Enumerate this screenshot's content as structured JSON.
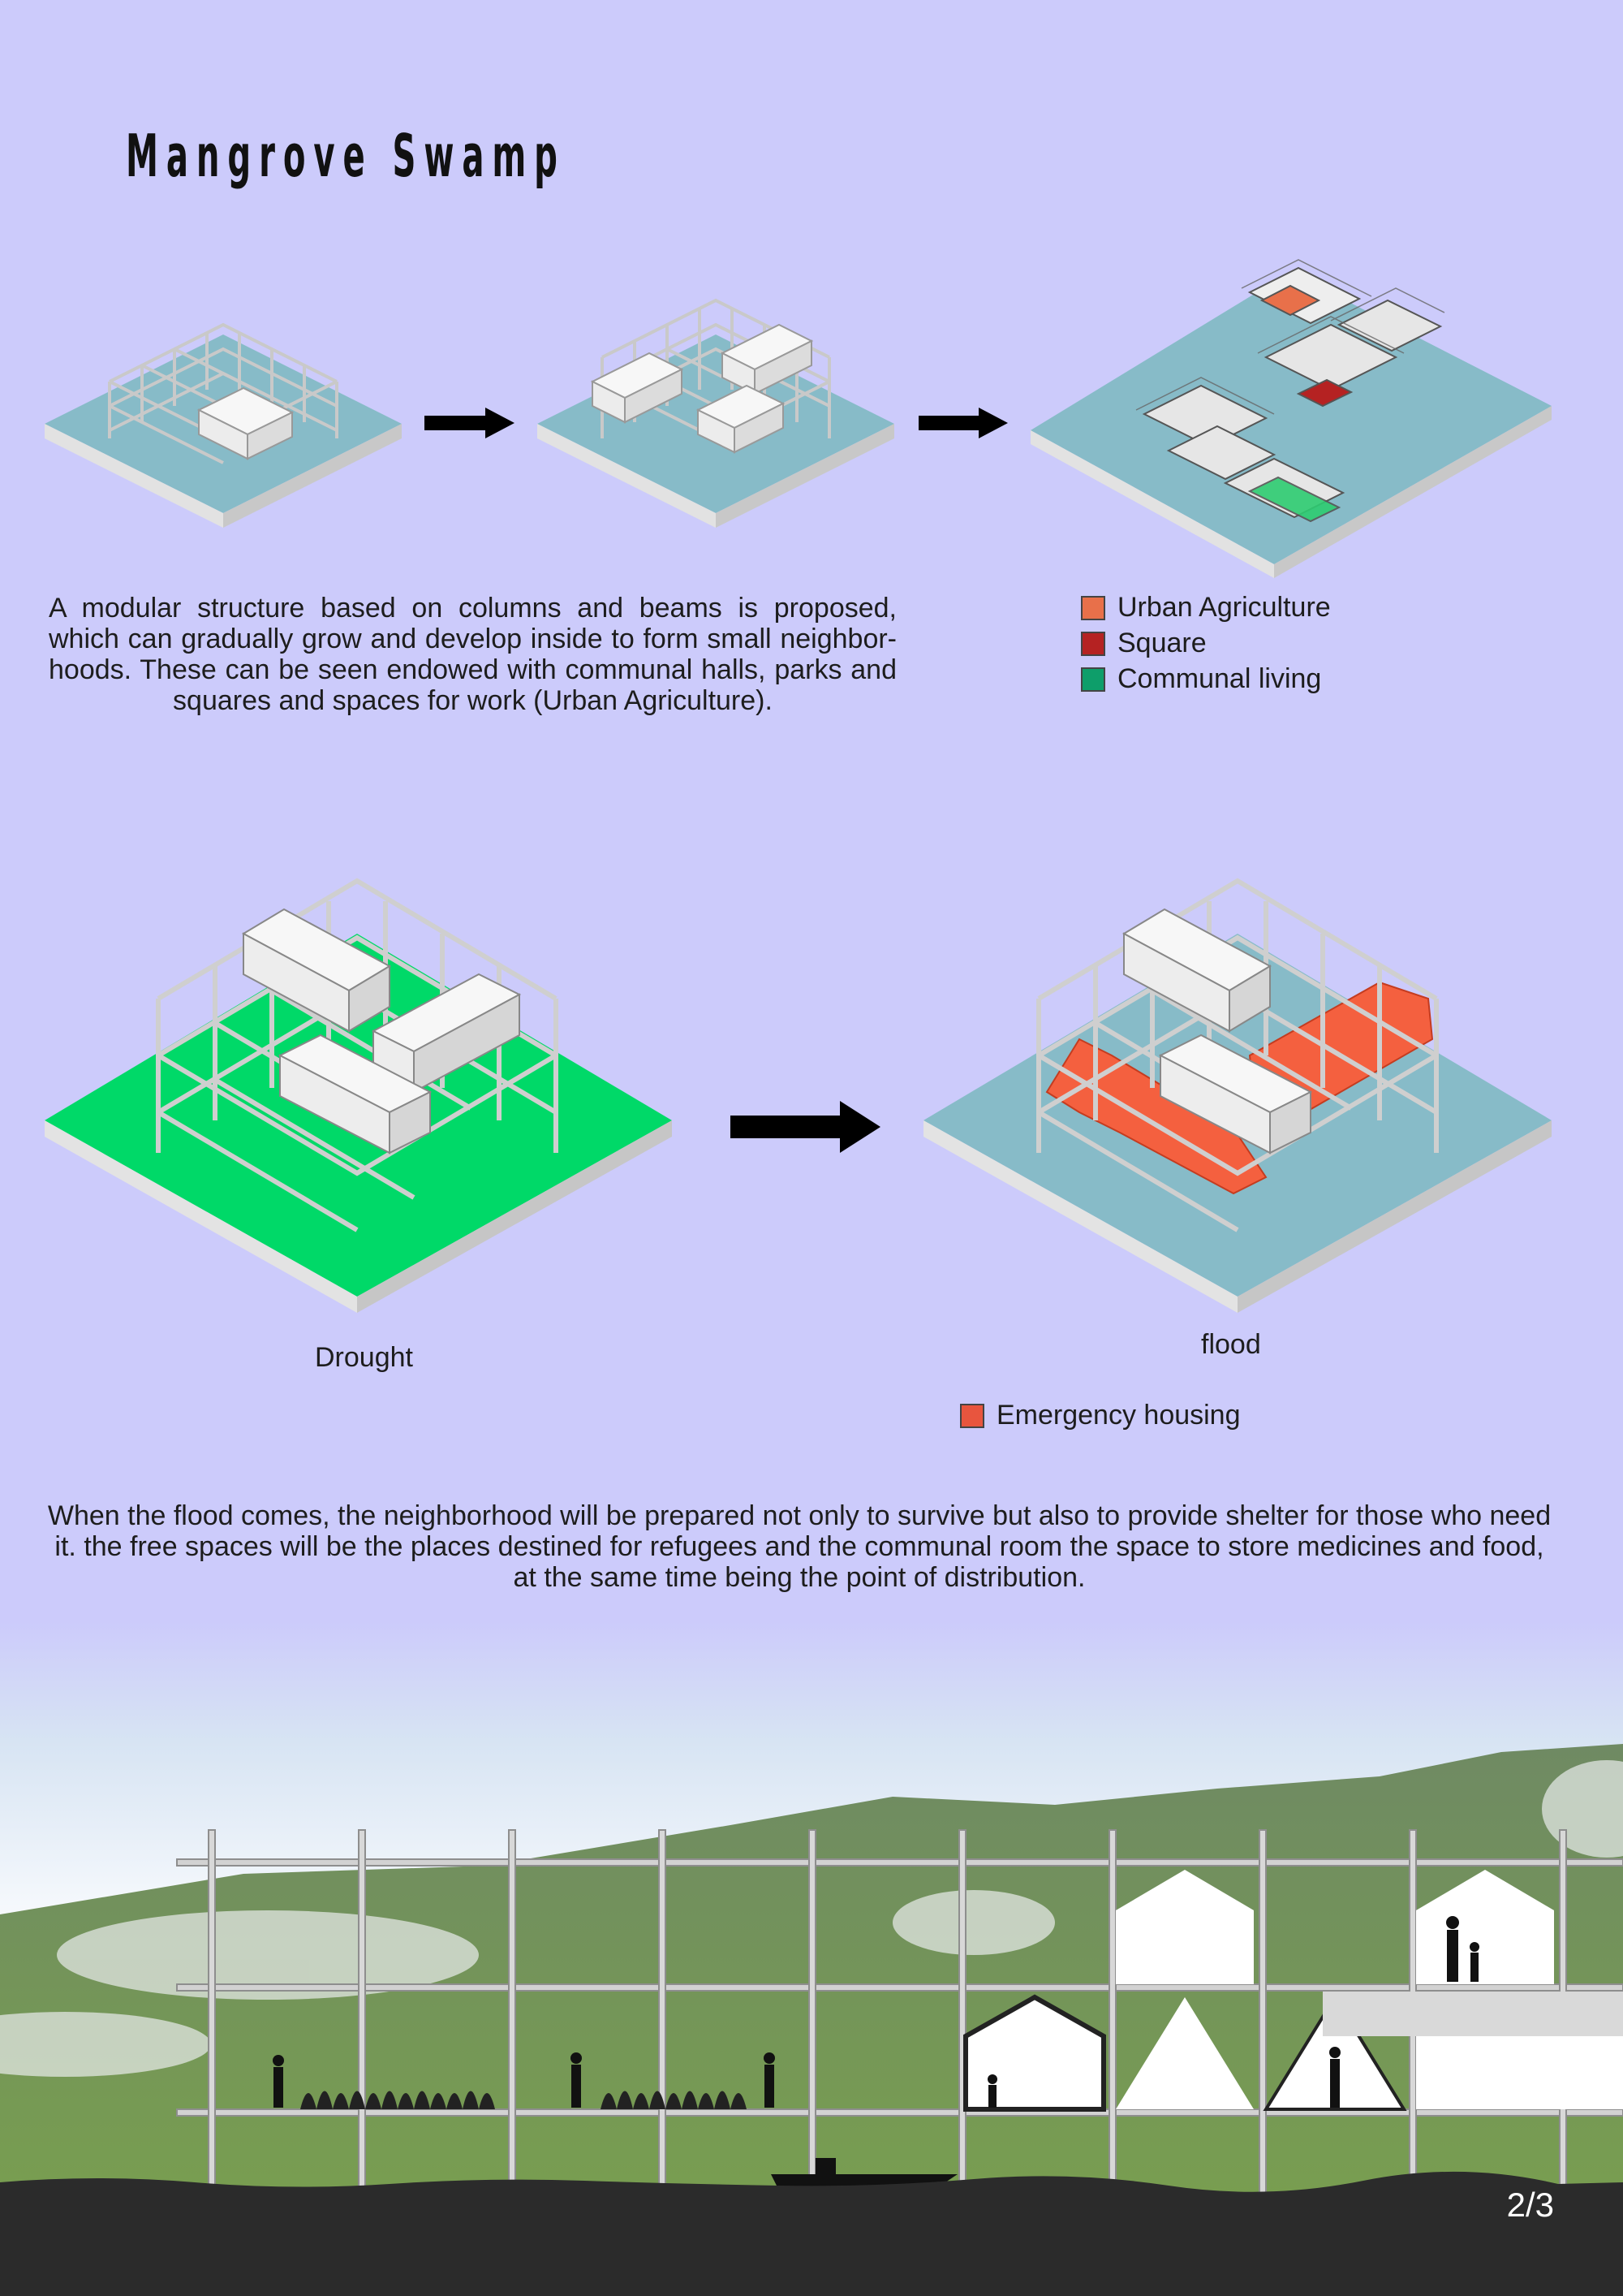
{
  "title": "Mangrove Swamp",
  "intro_text": "A modular structure based on columns and beams is proposed, which can gradually grow and develop inside to form small neighbor-hoods. These can be seen endowed with communal halls, parks and squares and spaces for work (Urban Agriculture).",
  "legend_top": [
    {
      "label": "Urban Agriculture",
      "color": "#e8704a"
    },
    {
      "label": "Square",
      "color": "#b52222"
    },
    {
      "label": "Communal living",
      "color": "#0e9e6a"
    }
  ],
  "scenarios": {
    "drought_label": "Drought",
    "flood_label": "flood"
  },
  "legend_emergency": {
    "label": "Emergency housing",
    "color": "#e8553e"
  },
  "flood_text": "When the flood comes, the neighborhood will be prepared not only to survive but also to provide shelter for those who need it. the free spaces will be the places destined for refugees and the communal room the space to store medicines and food, at the same time being the point of distribution.",
  "page_number": "2/3",
  "colors": {
    "background": "#cccbfb",
    "water": "#87bbc8",
    "grass": "#00d968",
    "emergency": "#f4603f",
    "ground": "#2b2b2b"
  }
}
